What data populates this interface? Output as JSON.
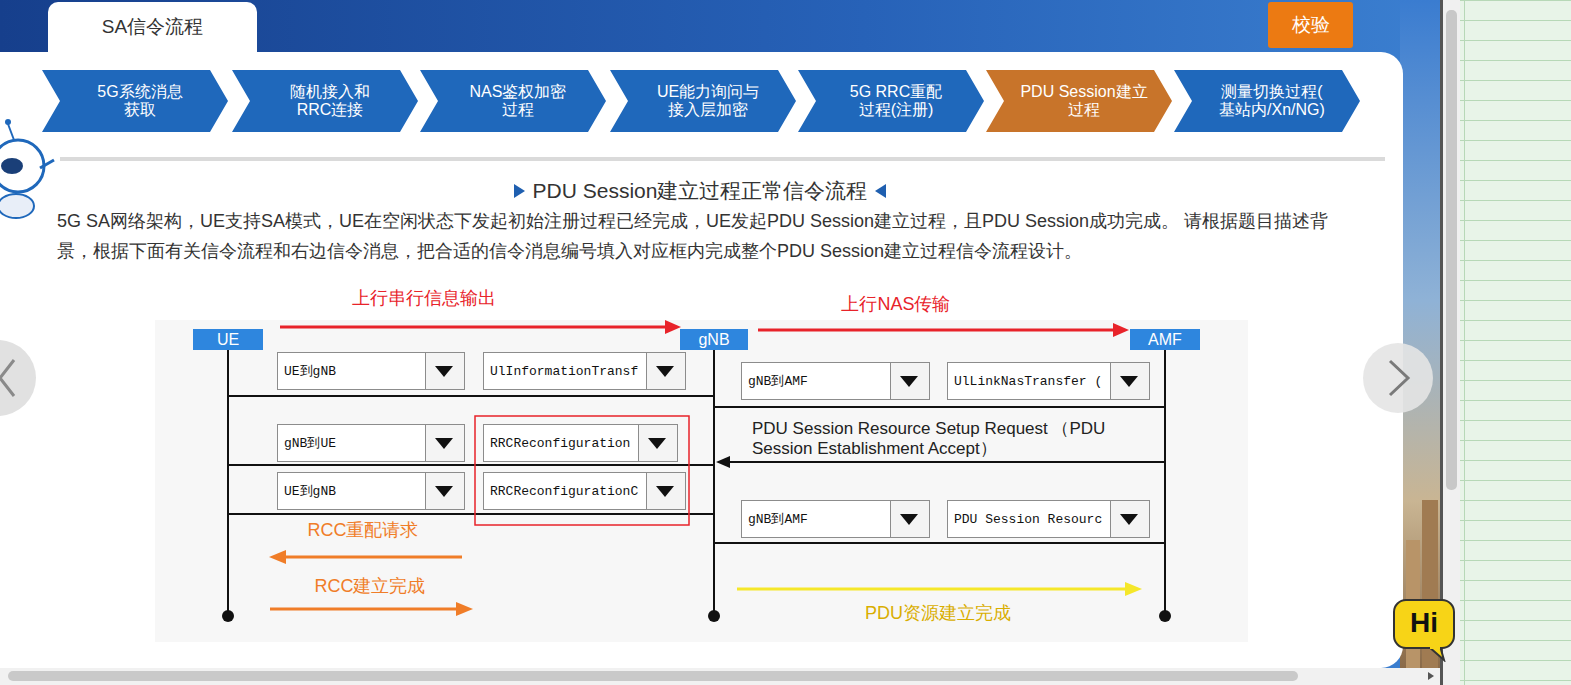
{
  "diagram": {
    "title": "PDU Session建立过程正常信令流程",
    "nodes": [
      {
        "text": [
          "SA信令流程"
        ]
      },
      {
        "text": [
          "校验"
        ]
      },
      {
        "text": [
          "5G系统消息 获取"
        ]
      },
      {
        "text": [
          "随机接入和 RRC连接"
        ]
      },
      {
        "text": [
          "NAS鉴权加密 过程"
        ]
      },
      {
        "text": [
          "UE能力询问与 接入层加密"
        ]
      },
      {
        "text": [
          "5G RRC重配 过程(注册)"
        ]
      },
      {
        "text": [
          "PDU Session建立 过程"
        ]
      },
      {
        "text": [
          "测量切换过程( 基站内/Xn/NG)"
        ]
      },
      {
        "text": [
          "UE"
        ]
      },
      {
        "text": [
          "gNB"
        ]
      },
      {
        "text": [
          "AMF"
        ]
      },
      {
        "text": [
          "UE到gNB"
        ]
      },
      {
        "text": [
          "UlInformationTransf"
        ]
      },
      {
        "text": [
          "gNB到AMF"
        ]
      },
      {
        "text": [
          "UlLinkNasTransfer ("
        ]
      },
      {
        "text": [
          "gNB到UE"
        ]
      },
      {
        "text": [
          "RRCReconfiguration"
        ]
      },
      {
        "text": [
          "UE到gNB"
        ]
      },
      {
        "text": [
          "RRCReconfigurationC"
        ]
      },
      {
        "text": [
          "gNB到AMF"
        ]
      },
      {
        "text": [
          "PDU Session Resourc"
        ]
      },
      {
        "text": [
          "Hi"
        ]
      }
    ],
    "labels": [
      "上行串行信息输出",
      "上行NAS传输",
      "PDU Session Resource Setup Request （PDU Session Establishment Accept）",
      "RCC重配请求",
      "RCC建立完成",
      "PDU资源建立完成",
      "5G SA网络架构，UE支持SA模式，UE在空闲状态下发起初始注册过程已经完成，UE发起PDU Session建立过程，且PDU Session成功完成。 请根据题目描述背景，根据下面有关信令流程和右边信令消息，把合适的信令消息编号填入对应框内完成整个PDU Session建立过程信令流程设计。"
    ]
  }
}
